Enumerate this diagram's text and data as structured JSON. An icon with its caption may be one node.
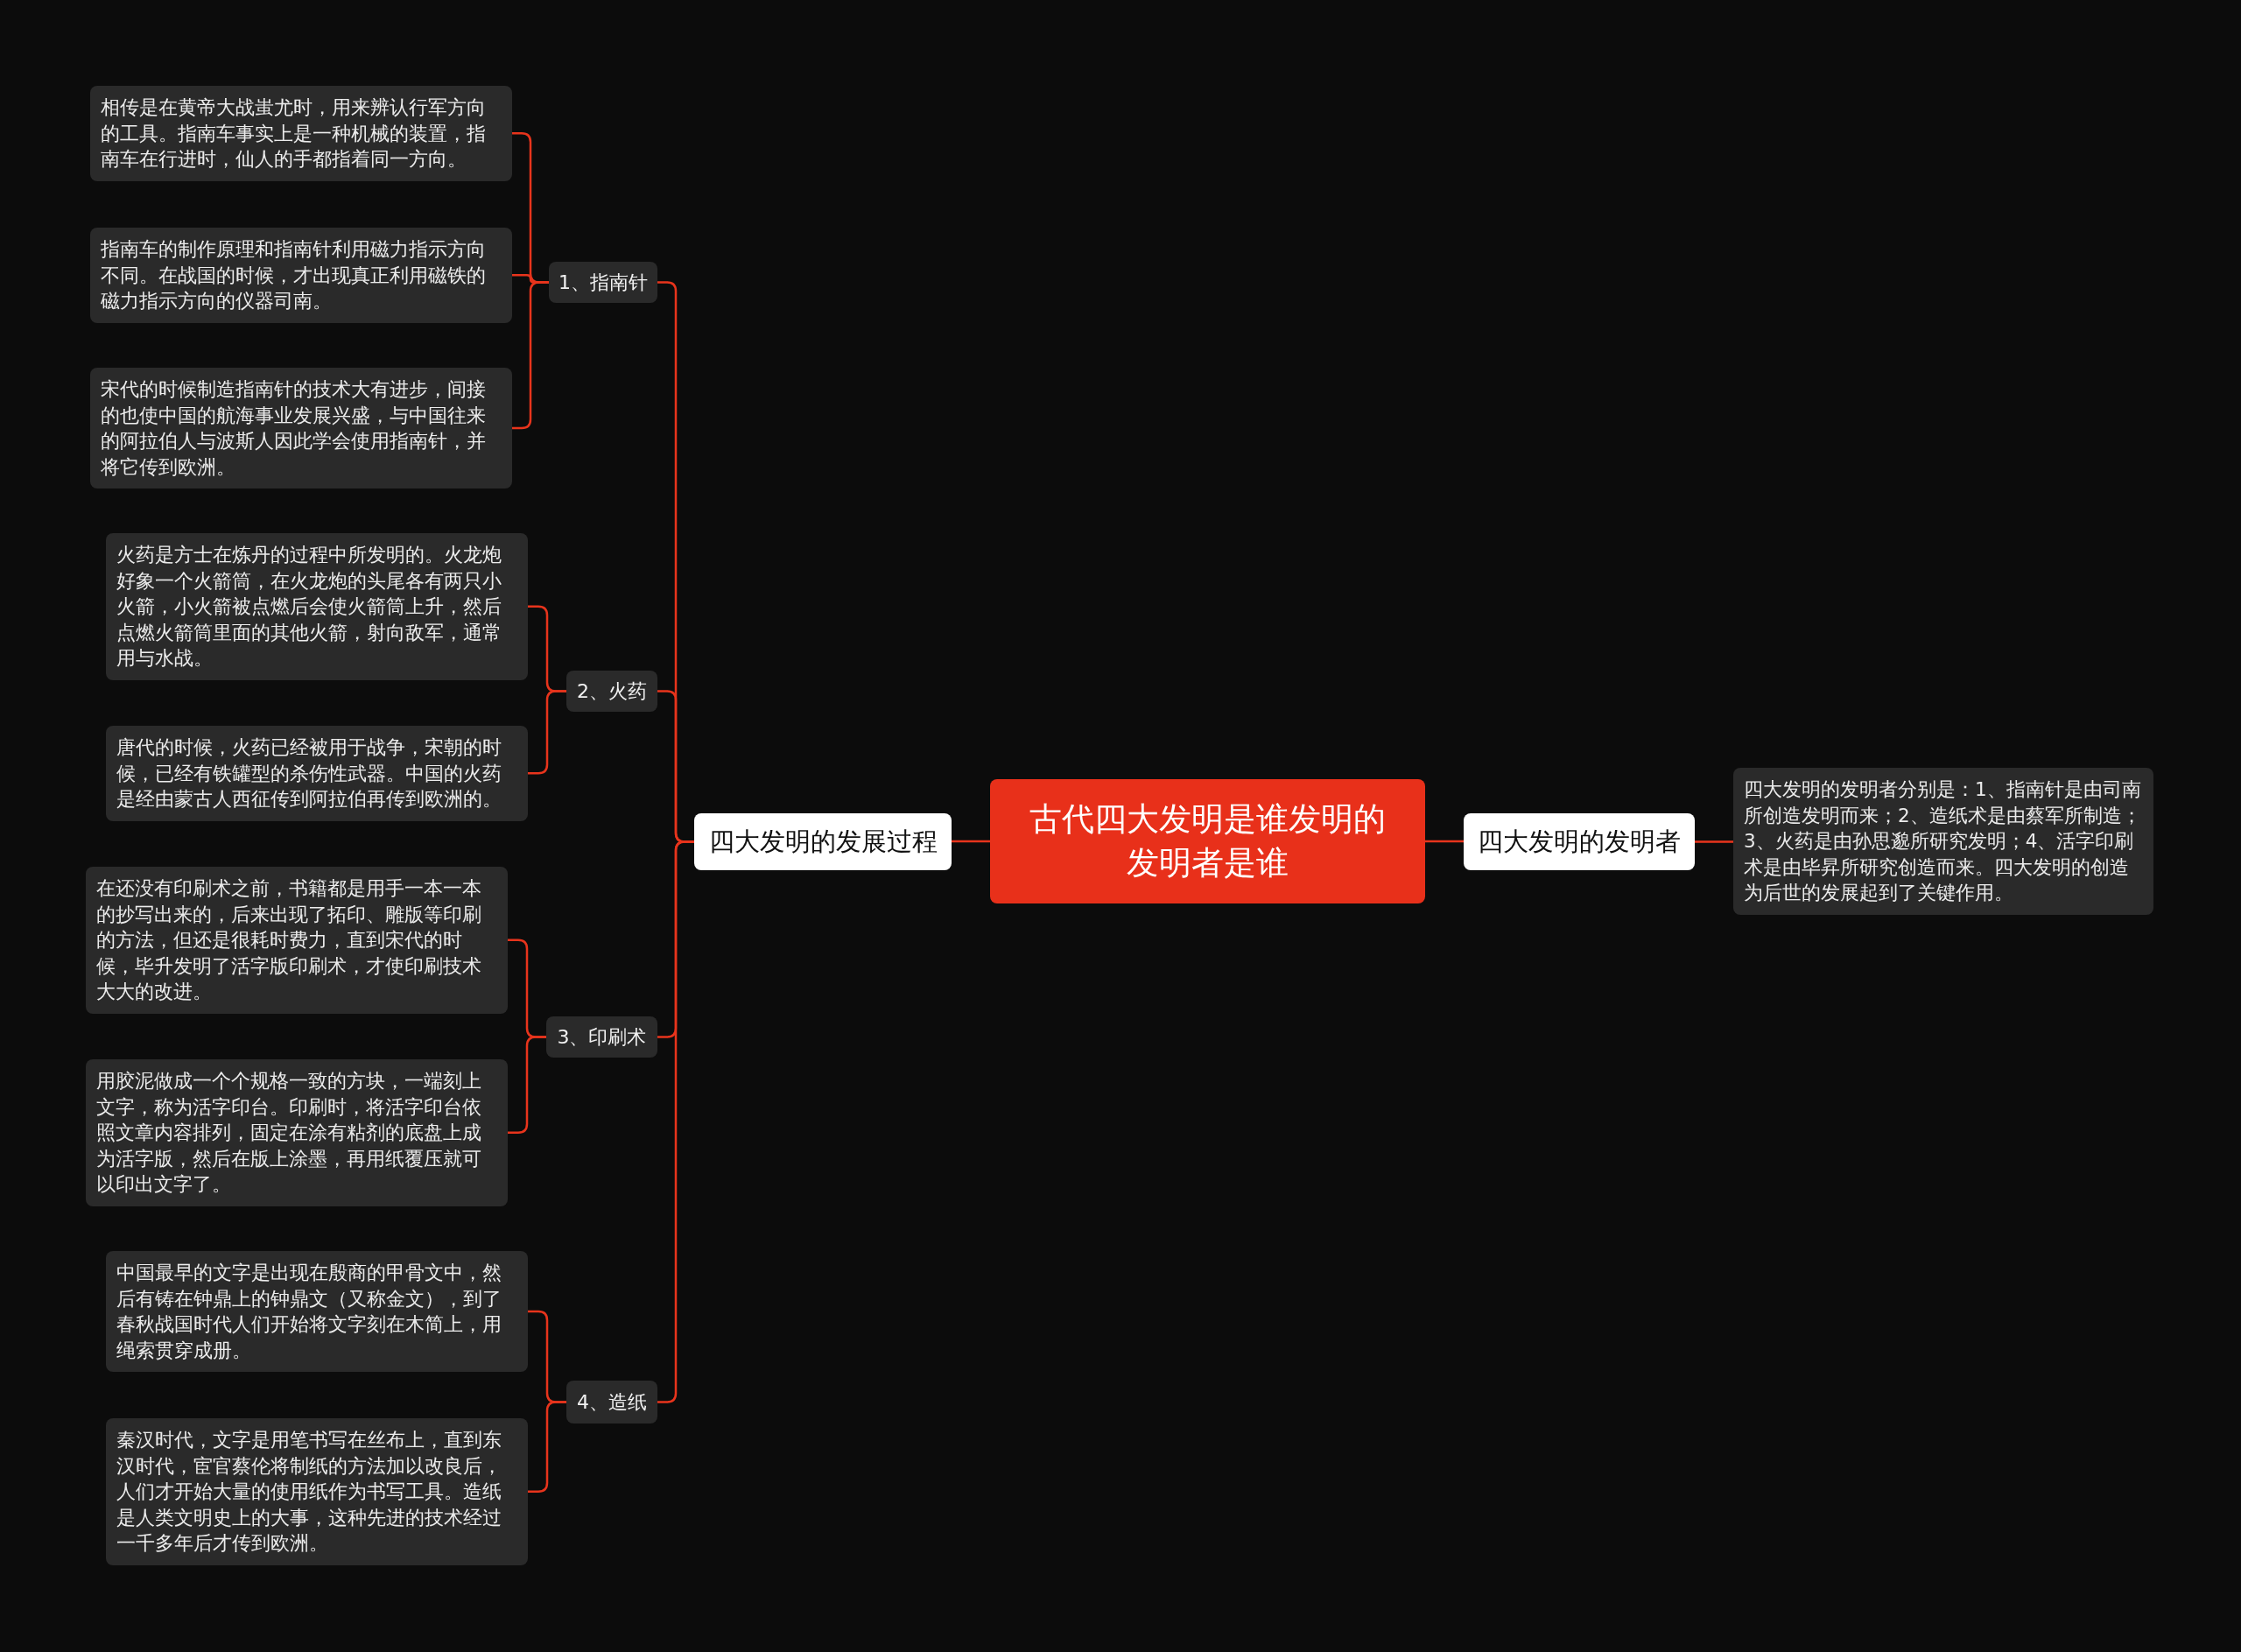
{
  "diagram": {
    "nodes": [
      {
        "text": [
          "古代四大发明是谁发明的发明者是谁"
        ]
      },
      {
        "text": [
          "四大发明的发展过程"
        ]
      },
      {
        "text": [
          "1、指南针"
        ]
      },
      {
        "text": [
          "相传是在黄帝大战蚩尤时，用来辨认行军方向的工具。指南车事实上是一种机械的装置，指南车在行进时，仙人的手都指着同一方向。"
        ]
      },
      {
        "text": [
          "指南车的制作原理和指南针利用磁力指示方向不同。在战国的时候，才出现真正利用磁铁的磁力指示方向的仪器司南。"
        ]
      },
      {
        "text": [
          "宋代的时候制造指南针的技术大有进步，间接的也使中国的航海事业发展兴盛，与中国往来的阿拉伯人与波斯人因此学会使用指南针，并将它传到欧洲。"
        ]
      },
      {
        "text": [
          "2、火药"
        ]
      },
      {
        "text": [
          "火药是方士在炼丹的过程中所发明的。火龙炮好象一个火箭筒，在火龙炮的头尾各有两只小火箭，小火箭被点燃后会使火箭筒上升，然后点燃火箭筒里面的其他火箭，射向敌军，通常用与水战。"
        ]
      },
      {
        "text": [
          "唐代的时候，火药已经被用于战争，宋朝的时候，已经有铁罐型的杀伤性武器。中国的火药是经由蒙古人西征传到阿拉伯再传到欧洲的。"
        ]
      },
      {
        "text": [
          "3、印刷术"
        ]
      },
      {
        "text": [
          "在还没有印刷术之前，书籍都是用手一本一本的抄写出来的，后来出现了拓印、雕版等印刷的方法，但还是很耗时费力，直到宋代的时候，毕升发明了活字版印刷术，才使印刷技术大大的改进。"
        ]
      },
      {
        "text": [
          "用胶泥做成一个个规格一致的方块，一端刻上文字，称为活字印台。印刷时，将活字印台依照文章内容排列，固定在涂有粘剂的底盘上成为活字版，然后在版上涂墨，再用纸覆压就可以印出文字了。"
        ]
      },
      {
        "text": [
          "4、造纸"
        ]
      },
      {
        "text": [
          "中国最早的文字是出现在殷商的甲骨文中，然后有铸在钟鼎上的钟鼎文（又称金文），到了春秋战国时代人们开始将文字刻在木简上，用绳索贯穿成册。"
        ]
      },
      {
        "text": [
          "秦汉时代，文字是用笔书写在丝布上，直到东汉时代，宦官蔡伦将制纸的方法加以改良后，人们才开始大量的使用纸作为书写工具。造纸是人类文明史上的大事，这种先进的技术经过一千多年后才传到欧洲。"
        ]
      },
      {
        "text": [
          "四大发明的发明者"
        ]
      },
      {
        "text": [
          "四大发明的发明者分别是：1、指南针是由司南所创造发明而来；2、造纸术是由蔡军所制造；3、火药是由孙思邈所研究发明；4、活字印刷术是由毕昇所研究创造而来。四大发明的创造为后世的发展起到了关键作用。"
        ]
      }
    ],
    "edges": [
      {
        "from": 0,
        "to": 1,
        "arrow": "none"
      },
      {
        "from": 1,
        "to": 2,
        "arrow": "none"
      },
      {
        "from": 2,
        "to": 3,
        "arrow": "none"
      },
      {
        "from": 2,
        "to": 4,
        "arrow": "none"
      },
      {
        "from": 2,
        "to": 5,
        "arrow": "none"
      },
      {
        "from": 1,
        "to": 6,
        "arrow": "none"
      },
      {
        "from": 6,
        "to": 7,
        "arrow": "none"
      },
      {
        "from": 6,
        "to": 8,
        "arrow": "none"
      },
      {
        "from": 1,
        "to": 9,
        "arrow": "none"
      },
      {
        "from": 9,
        "to": 10,
        "arrow": "none"
      },
      {
        "from": 9,
        "to": 11,
        "arrow": "none"
      },
      {
        "from": 1,
        "to": 12,
        "arrow": "none"
      },
      {
        "from": 12,
        "to": 13,
        "arrow": "none"
      },
      {
        "from": 12,
        "to": 14,
        "arrow": "none"
      },
      {
        "from": 0,
        "to": 15,
        "arrow": "none"
      },
      {
        "from": 15,
        "to": 16,
        "arrow": "none"
      }
    ]
  }
}
